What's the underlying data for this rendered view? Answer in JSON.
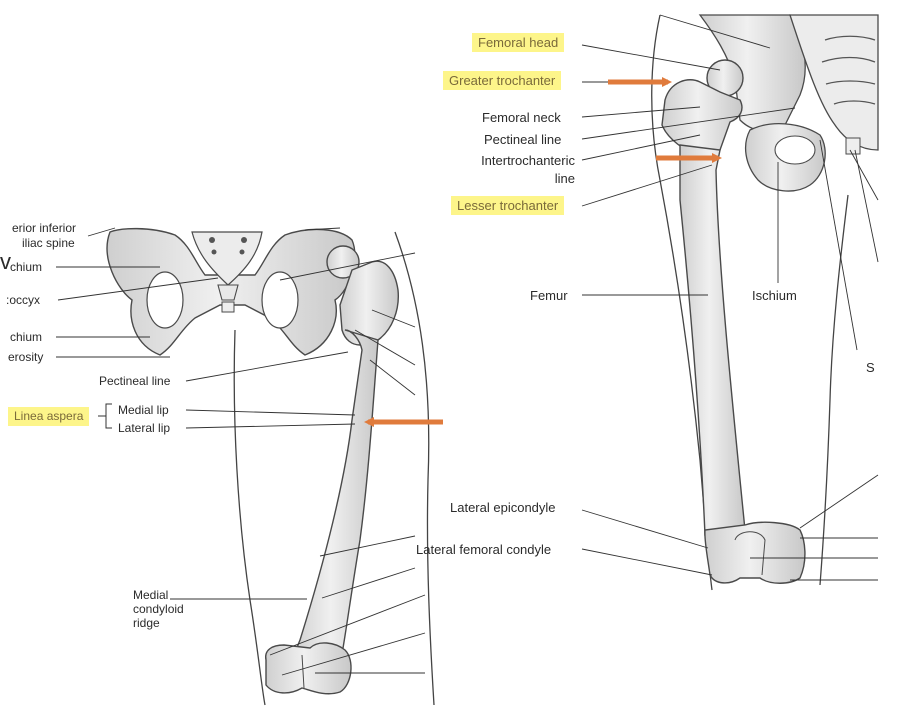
{
  "colors": {
    "highlight": "#fdf58a",
    "arrow": "#e07b3c",
    "bone_fill": "#e4e4e4",
    "bone_stroke": "#4a4a4a",
    "leader": "#333333"
  },
  "left_panel": {
    "labels": {
      "ant_inf_iliac_spine_1": "erior inferior",
      "ant_inf_iliac_spine_2": "iliac spine",
      "ischium_top": "chium",
      "coccyx": ":occyx",
      "ischium_bottom": "chium",
      "tuberosity": "erosity",
      "pectineal_line": "Pectineal line",
      "linea_aspera": "Linea aspera",
      "medial_lip": "Medial lip",
      "lateral_lip": "Lateral lip",
      "medial_condyloid_ridge_1": "Medial",
      "medial_condyloid_ridge_2": "condyloid",
      "medial_condyloid_ridge_3": "ridge",
      "cut_letter": "v"
    }
  },
  "right_panel": {
    "labels": {
      "femoral_head": "Femoral head",
      "greater_trochanter": "Greater trochanter",
      "femoral_neck": "Femoral neck",
      "pectineal_line": "Pectineal line",
      "intertrochanteric_1": "Intertrochanteric",
      "intertrochanteric_2": "line",
      "lesser_trochanter": "Lesser trochanter",
      "femur": "Femur",
      "ischium": "Ischium",
      "cut_s": "S",
      "lateral_epicondyle": "Lateral epicondyle",
      "lateral_femoral_condyle": "Lateral femoral condyle"
    }
  }
}
